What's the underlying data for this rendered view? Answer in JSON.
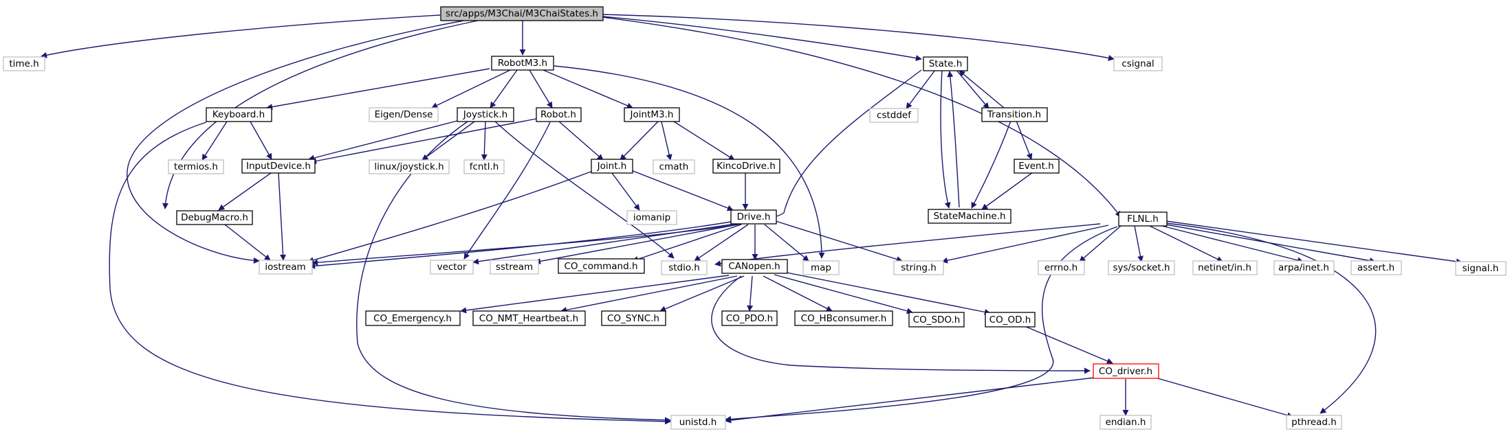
{
  "colors": {
    "edge": "#191970",
    "root_fill": "#bfbfbf",
    "external_border": "#bfbfbf",
    "truncated_border": "#ff0000"
  },
  "nodes": {
    "root": "src/apps/M3Chai/M3ChaiStates.h",
    "time_h": "time.h",
    "robotm3_h": "RobotM3.h",
    "state_h": "State.h",
    "csignal": "csignal",
    "keyboard_h": "Keyboard.h",
    "eigen_dense": "Eigen/Dense",
    "joystick_h": "Joystick.h",
    "robot_h": "Robot.h",
    "jointm3_h": "JointM3.h",
    "cstddef": "cstddef",
    "transition_h": "Transition.h",
    "termios_h": "termios.h",
    "inputdevice_h": "InputDevice.h",
    "linux_joystick_h": "linux/joystick.h",
    "fcntl_h": "fcntl.h",
    "joint_h": "Joint.h",
    "cmath": "cmath",
    "kincodrive_h": "KincoDrive.h",
    "event_h": "Event.h",
    "debugmacro_h": "DebugMacro.h",
    "iomanip": "iomanip",
    "drive_h": "Drive.h",
    "statemachine_h": "StateMachine.h",
    "flnl_h": "FLNL.h",
    "iostream": "iostream",
    "vector": "vector",
    "sstream": "sstream",
    "co_command_h": "CO_command.h",
    "stdio_h": "stdio.h",
    "map": "map",
    "string_h": "string.h",
    "errno_h": "errno.h",
    "sys_socket_h": "sys/socket.h",
    "netinet_in_h": "netinet/in.h",
    "arpa_inet_h": "arpa/inet.h",
    "assert_h": "assert.h",
    "signal_h": "signal.h",
    "canopen_h": "CANopen.h",
    "co_emergency_h": "CO_Emergency.h",
    "co_nmt_heartbeat_h": "CO_NMT_Heartbeat.h",
    "co_sync_h": "CO_SYNC.h",
    "co_pdo_h": "CO_PDO.h",
    "co_hbconsumer_h": "CO_HBconsumer.h",
    "co_sdo_h": "CO_SDO.h",
    "co_od_h": "CO_OD.h",
    "co_driver_h": "CO_driver.h",
    "unistd_h": "unistd.h",
    "endian_h": "endian.h",
    "pthread_h": "pthread.h"
  }
}
